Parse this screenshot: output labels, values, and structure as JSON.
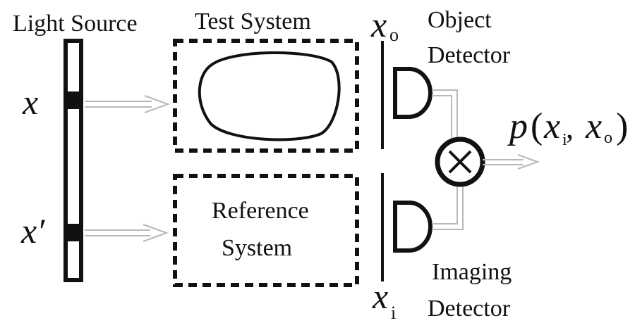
{
  "labels": {
    "light_source": "Light Source",
    "test_system": "Test System",
    "reference_line1": "Reference",
    "reference_line2": "System",
    "object_line1": "Object",
    "object_line2": "Detector",
    "imaging_line1": "Imaging",
    "imaging_line2": "Detector"
  },
  "variables": {
    "x": "x",
    "x_prime": "x′",
    "x_o": "x",
    "x_o_sub": "o",
    "x_i": "x",
    "x_i_sub": "i"
  },
  "output": {
    "p": "p",
    "open": "(",
    "xi": "x",
    "xi_sub": "i",
    "comma": " ,",
    "xo": "x",
    "xo_sub": "o",
    "close": ")"
  },
  "colors": {
    "ink": "#111111",
    "arrow": "#b8b8b8",
    "background": "#ffffff"
  }
}
